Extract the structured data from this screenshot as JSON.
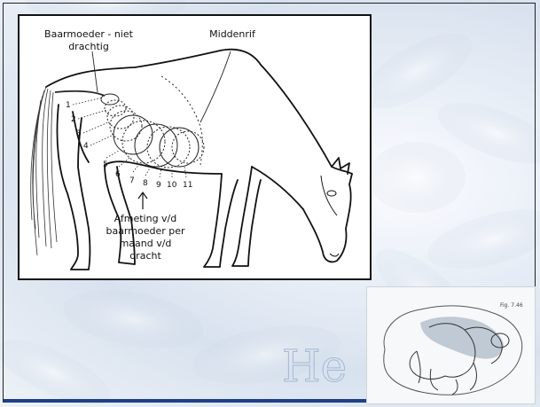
{
  "diagram": {
    "labels": {
      "uterus_not_pregnant": [
        "Baarmoeder - niet",
        "drachtig"
      ],
      "diaphragm": "Middenrif",
      "caption": [
        "Afmeting v/d",
        "baarmoeder per",
        "maand v/d",
        "dracht"
      ]
    },
    "month_markers": [
      "1",
      "2",
      "3",
      "4",
      "5",
      "6",
      "7",
      "8",
      "9",
      "10",
      "11"
    ]
  },
  "inset": {
    "label": "Fig. 7.46"
  },
  "watermark": {
    "text": "He"
  },
  "colors": {
    "frame_bottom": "#1f3f86",
    "fetal_membrane": "#a8b7c6"
  }
}
